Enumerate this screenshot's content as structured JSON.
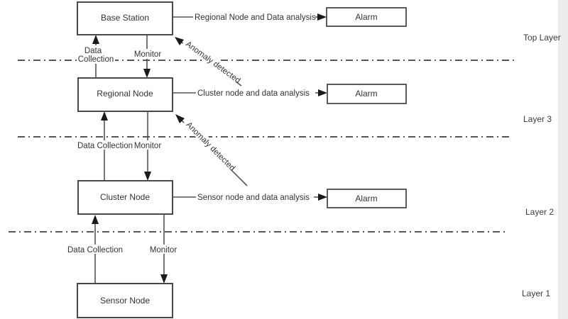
{
  "diagram": {
    "nodes": [
      {
        "label": "Base Station"
      },
      {
        "label": "Regional Node"
      },
      {
        "label": "Cluster Node"
      },
      {
        "label": "Sensor Node"
      }
    ],
    "alarms": [
      "Alarm",
      "Alarm",
      "Alarm"
    ],
    "layers": [
      "Top Layer",
      "Layer 3",
      "Layer 2",
      "Layer 1"
    ],
    "analysis": [
      "Regional Node and Data analysis",
      "Cluster node and data analysis",
      "Sensor node and data analysis"
    ],
    "anomaly": [
      "Anomaly detected",
      "Anomaly detected"
    ],
    "monitor": [
      "Monitor",
      "Monitor",
      "Monitor"
    ],
    "data_collection": {
      "top_line1": "Data",
      "top_line2": "Collection",
      "middle": "Data Collection",
      "bottom": "Data Collection"
    },
    "colors": {
      "line": "#555555",
      "box_border": "#4a4a4a",
      "text": "#333333",
      "arrow": "#1a1a1a",
      "background": "#ffffff",
      "page_edge": "#ececec"
    }
  }
}
